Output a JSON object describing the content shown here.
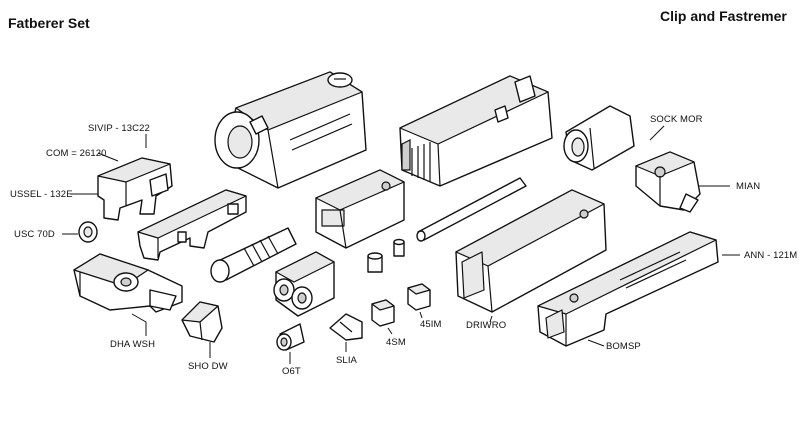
{
  "titles": {
    "left": "Fatberer Set",
    "right": "Clip and Fastremer"
  },
  "labels": {
    "sivip": "SIVIP - 13C22",
    "com": "COM = 26120",
    "ussel": "USSEL - 132E",
    "usc": "USC 70D",
    "dha": "DHA WSH",
    "sho": "SHO DW",
    "o6t": "O6T",
    "slia": "SLIA",
    "sm4": "4SM",
    "im45": "45IM",
    "driwro": "DRIWRO",
    "bomsp": "BOMSP",
    "ann": "ANN - 121M",
    "mian": "MIAN",
    "sockmor": "SOCK MOR"
  }
}
